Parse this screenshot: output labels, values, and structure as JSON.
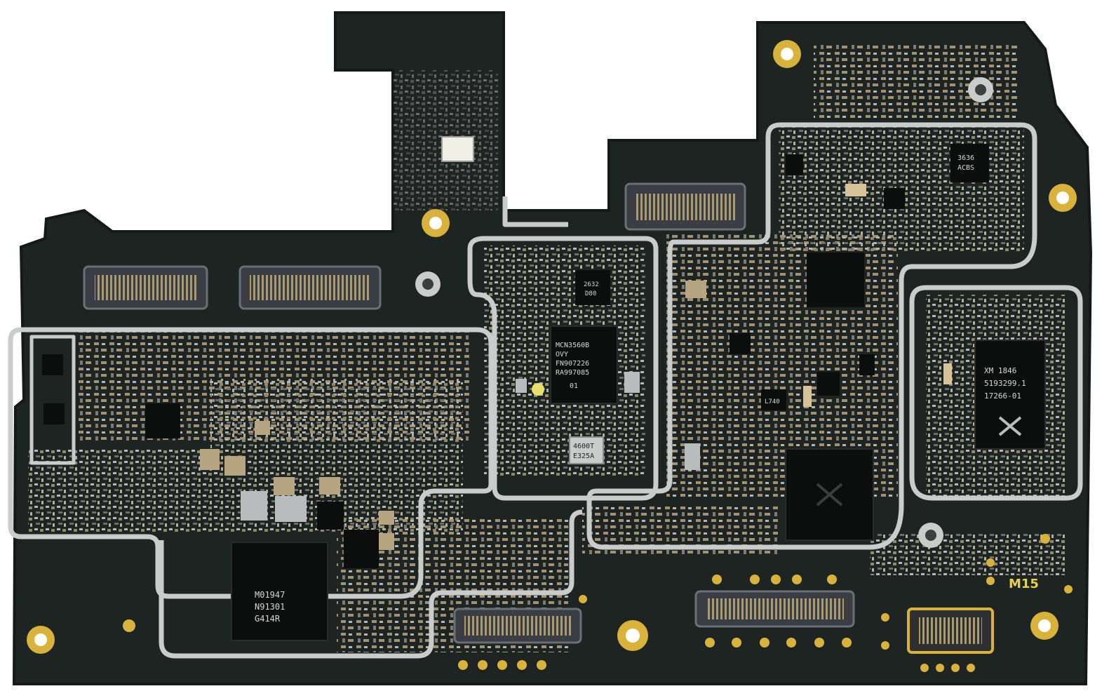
{
  "image": {
    "subject": "Smartphone main logic board (PCB), component side",
    "colors": {
      "background": "#ffffff",
      "board": "#1e2422",
      "board_edge": "#151a18",
      "shield_frame": "#c9cccb",
      "gold_pad": "#d8b23a",
      "chip": "#0c0d0d",
      "connector": "#3a3e44",
      "component_tan": "#b7a582",
      "component_silver": "#b9bcbc"
    }
  },
  "chips": [
    {
      "id": "pmic",
      "lines": [
        "MCN3560B",
        "OVY",
        "FN907226",
        "RA997085",
        "01"
      ]
    },
    {
      "id": "crystal",
      "lines": [
        "4600T",
        "E325A"
      ]
    },
    {
      "id": "soc",
      "lines": [
        "M01947",
        "N91301",
        "G414R"
      ]
    },
    {
      "id": "rf-transceiver",
      "lines": [
        "XM  1846",
        "5193299.1",
        "17266-01"
      ]
    },
    {
      "id": "small-ic-a",
      "lines": [
        "3636",
        "ACBS"
      ]
    },
    {
      "id": "small-ic-b",
      "lines": [
        "2632",
        "D80"
      ]
    },
    {
      "id": "small-ic-c",
      "lines": [
        "L740"
      ]
    }
  ],
  "silkscreen": {
    "board_label": "M15"
  }
}
